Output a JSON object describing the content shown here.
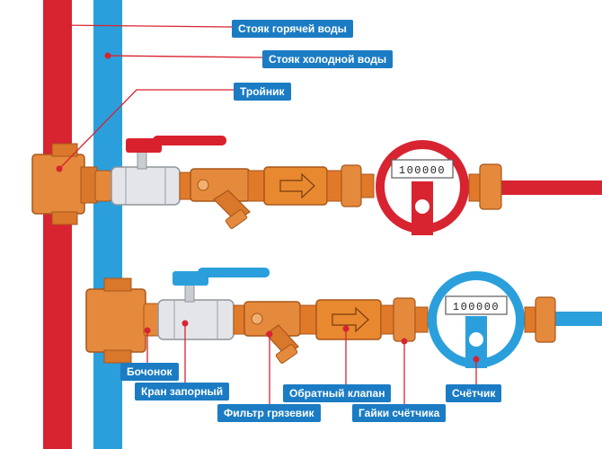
{
  "colors": {
    "hot": "#d82331",
    "cold": "#2b9fdc",
    "brass": "#e07a2a",
    "label_bg": "#1b7cc4",
    "leader": "#d82331"
  },
  "labels": {
    "hot_riser": "Стояк горячей воды",
    "cold_riser": "Стояк холодной воды",
    "tee": "Тройник",
    "barrel": "Бочонок",
    "shutoff_valve": "Кран запорный",
    "mud_filter": "Фильтр грязевик",
    "check_valve": "Обратный клапан",
    "meter_nuts": "Гайки счётчика",
    "meter": "Счётчик"
  },
  "meters": {
    "hot_reading": "100000",
    "cold_reading": "100000"
  }
}
